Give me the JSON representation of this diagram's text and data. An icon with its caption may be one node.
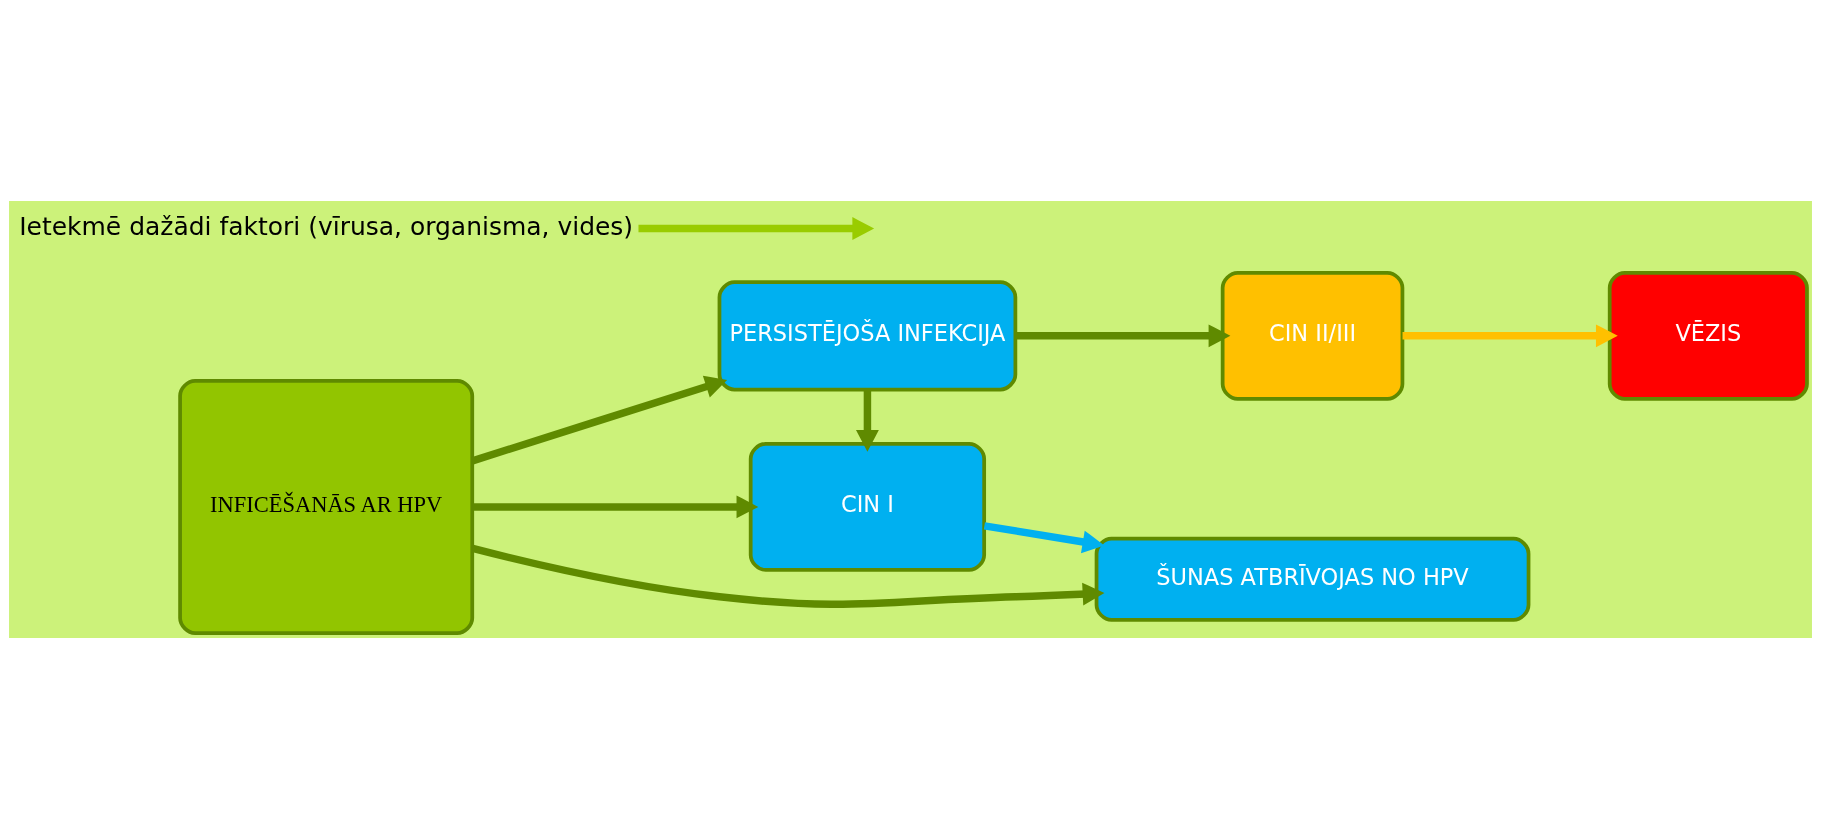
{
  "diagram": {
    "nodes": [
      {
        "text": [
          "INFICĒŠANĀS AR HPV"
        ]
      },
      {
        "text": [
          "PERSISTĒJOŠA INFEKCIJA"
        ]
      },
      {
        "text": [
          "CIN I"
        ]
      },
      {
        "text": [
          "CIN II/III"
        ]
      },
      {
        "text": [
          "VĒZIS"
        ]
      },
      {
        "text": [
          "ŠUNAS ATBRĪVOJAS NO HPV"
        ]
      },
      {
        "text": [
          "Ietekmē dažādi faktori (vīrusa, organisma, vides)"
        ]
      }
    ],
    "edges": [
      {
        "from": 0,
        "to": 1,
        "arrow": "to"
      },
      {
        "from": 1,
        "to": 3,
        "arrow": "to"
      },
      {
        "from": 3,
        "to": 4,
        "arrow": "to",
        "color": "#ffc000"
      },
      {
        "from": 1,
        "to": 2,
        "arrow": "to"
      },
      {
        "from": 0,
        "to": 2,
        "arrow": "to"
      },
      {
        "from": 0,
        "to": 5,
        "arrow": "to"
      },
      {
        "from": 2,
        "to": 5,
        "arrow": "to",
        "color": "#00b0f0"
      },
      {
        "from": 6,
        "to": null,
        "arrow": "to",
        "color": "#99cc00"
      }
    ]
  }
}
